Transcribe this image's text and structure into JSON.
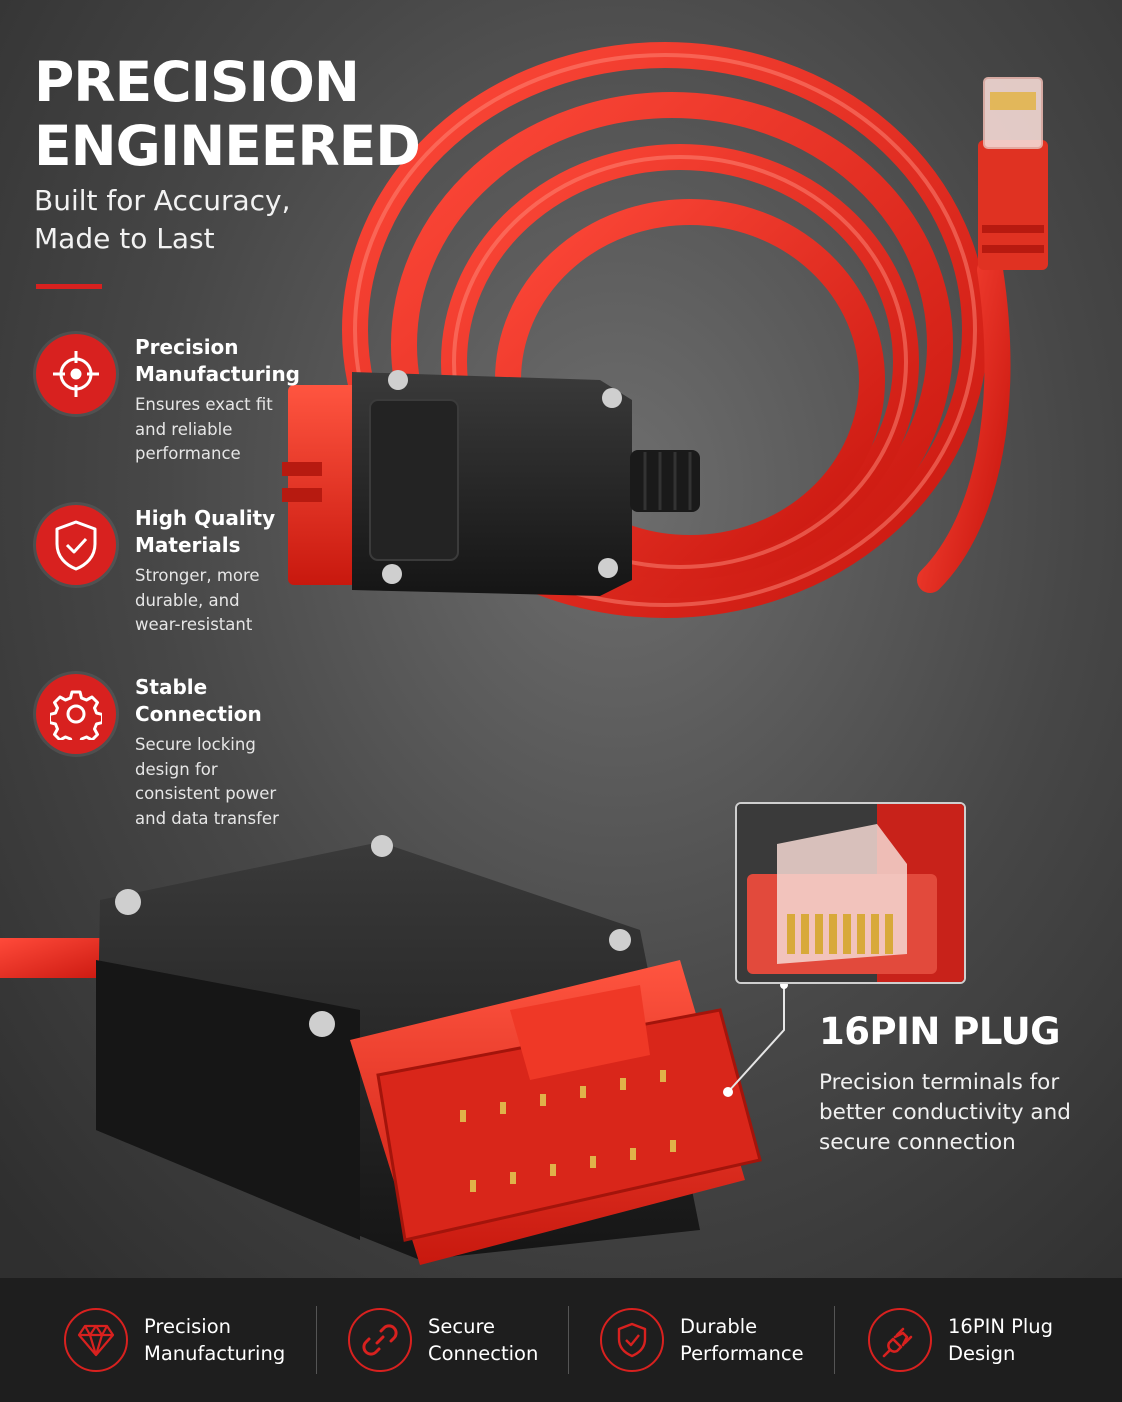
{
  "headline": {
    "title": "PRECISION\nENGINEERED",
    "subtitle": "Built for Accuracy,\nMade to Last"
  },
  "features": [
    {
      "icon": "target-icon",
      "title": "Precision\nManufacturing",
      "desc": "Ensures exact fit\nand reliable\nperformance"
    },
    {
      "icon": "shield-check-icon",
      "title": "High Quality\nMaterials",
      "desc": "Stronger, more\ndurable, and\nwear-resistant"
    },
    {
      "icon": "gear-icon",
      "title": "Stable\nConnection",
      "desc": "Secure locking\ndesign for\nconsistent power\nand data transfer"
    }
  ],
  "callout": {
    "title": "16PIN PLUG",
    "desc": "Precision terminals for\nbetter conductivity and\nsecure connection"
  },
  "bottom_bar": [
    {
      "icon": "diamond-icon",
      "label": "Precision\nManufacturing"
    },
    {
      "icon": "link-icon",
      "label": "Secure\nConnection"
    },
    {
      "icon": "shield-check-icon",
      "label": "Durable\nPerformance"
    },
    {
      "icon": "plug-icon",
      "label": "16PIN Plug\nDesign"
    }
  ],
  "colors": {
    "accent": "#d8211f",
    "cable": "#e8281f",
    "connector": "#1f1f1f"
  }
}
